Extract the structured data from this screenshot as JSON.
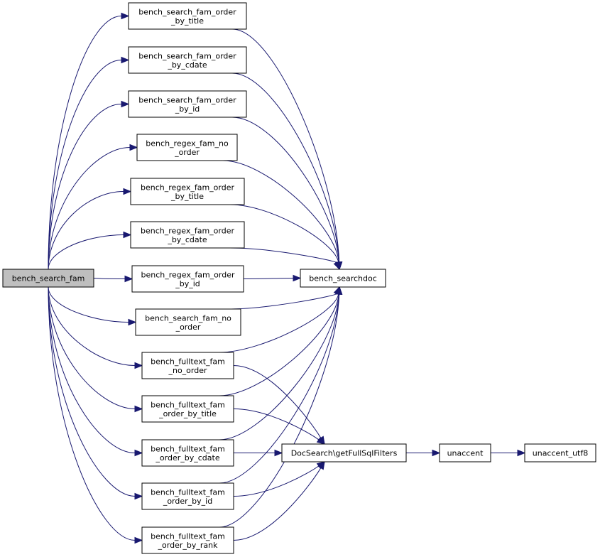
{
  "nodes": [
    {
      "id": "n0",
      "lines": [
        "bench_search_fam"
      ],
      "root": true
    },
    {
      "id": "n1",
      "lines": [
        "bench_search_fam_order",
        "_by_title"
      ]
    },
    {
      "id": "n2",
      "lines": [
        "bench_search_fam_order",
        "_by_cdate"
      ]
    },
    {
      "id": "n3",
      "lines": [
        "bench_search_fam_order",
        "_by_id"
      ]
    },
    {
      "id": "n4",
      "lines": [
        "bench_regex_fam_no",
        "_order"
      ]
    },
    {
      "id": "n5",
      "lines": [
        "bench_regex_fam_order",
        "_by_title"
      ]
    },
    {
      "id": "n6",
      "lines": [
        "bench_regex_fam_order",
        "_by_cdate"
      ]
    },
    {
      "id": "n7",
      "lines": [
        "bench_regex_fam_order",
        "_by_id"
      ]
    },
    {
      "id": "n8",
      "lines": [
        "bench_search_fam_no",
        "_order"
      ]
    },
    {
      "id": "n9",
      "lines": [
        "bench_fulltext_fam",
        "_no_order"
      ]
    },
    {
      "id": "n10",
      "lines": [
        "bench_fulltext_fam",
        "_order_by_title"
      ]
    },
    {
      "id": "n11",
      "lines": [
        "bench_fulltext_fam",
        "_order_by_cdate"
      ]
    },
    {
      "id": "n12",
      "lines": [
        "bench_fulltext_fam",
        "_order_by_id"
      ]
    },
    {
      "id": "n13",
      "lines": [
        "bench_fulltext_fam",
        "_order_by_rank"
      ]
    },
    {
      "id": "n14",
      "lines": [
        "bench_searchdoc"
      ]
    },
    {
      "id": "n15",
      "lines": [
        "DocSearch\\getFullSqlFilters"
      ]
    },
    {
      "id": "n16",
      "lines": [
        "unaccent"
      ]
    },
    {
      "id": "n17",
      "lines": [
        "unaccent_utf8"
      ]
    }
  ],
  "edges": [
    [
      "n0",
      "n1"
    ],
    [
      "n0",
      "n2"
    ],
    [
      "n0",
      "n3"
    ],
    [
      "n0",
      "n4"
    ],
    [
      "n0",
      "n5"
    ],
    [
      "n0",
      "n6"
    ],
    [
      "n0",
      "n7"
    ],
    [
      "n0",
      "n8"
    ],
    [
      "n0",
      "n9"
    ],
    [
      "n0",
      "n10"
    ],
    [
      "n0",
      "n11"
    ],
    [
      "n0",
      "n12"
    ],
    [
      "n0",
      "n13"
    ],
    [
      "n1",
      "n14"
    ],
    [
      "n2",
      "n14"
    ],
    [
      "n3",
      "n14"
    ],
    [
      "n4",
      "n14"
    ],
    [
      "n5",
      "n14"
    ],
    [
      "n6",
      "n14"
    ],
    [
      "n7",
      "n14"
    ],
    [
      "n8",
      "n14"
    ],
    [
      "n9",
      "n14"
    ],
    [
      "n10",
      "n14"
    ],
    [
      "n11",
      "n14"
    ],
    [
      "n12",
      "n14"
    ],
    [
      "n13",
      "n14"
    ],
    [
      "n9",
      "n15"
    ],
    [
      "n10",
      "n15"
    ],
    [
      "n11",
      "n15"
    ],
    [
      "n12",
      "n15"
    ],
    [
      "n13",
      "n15"
    ],
    [
      "n15",
      "n16"
    ],
    [
      "n16",
      "n17"
    ]
  ],
  "colors": {
    "edge": "#191970",
    "root_fill": "#bfbfbf",
    "node_fill": "#ffffff",
    "node_stroke": "#000000"
  }
}
